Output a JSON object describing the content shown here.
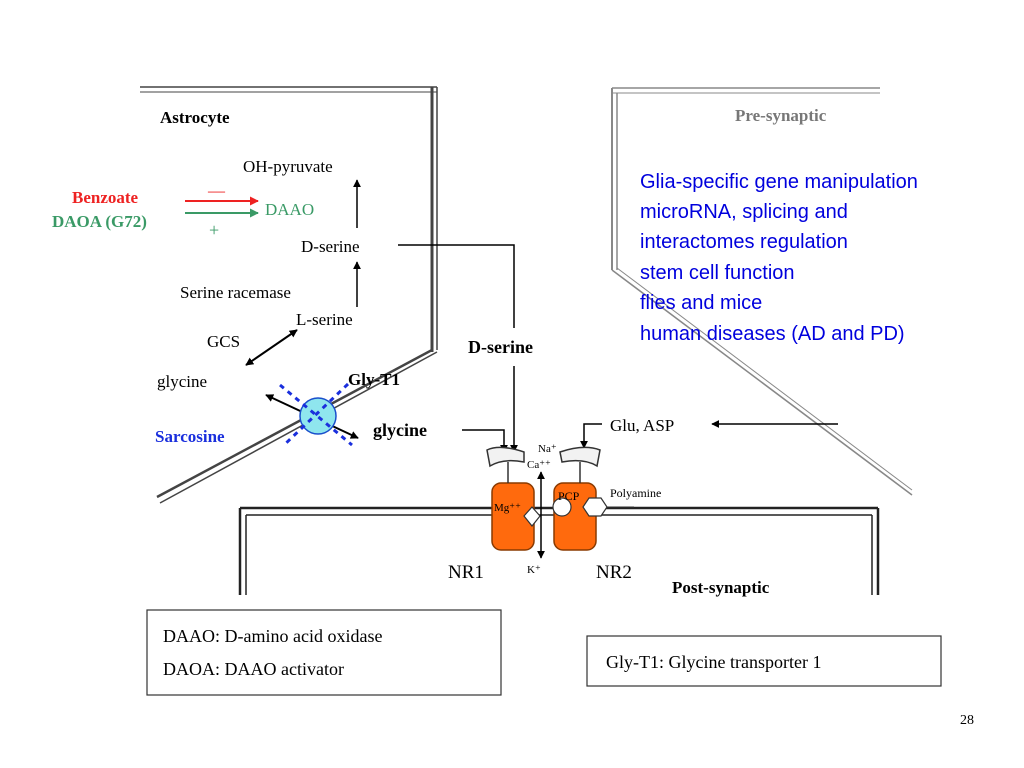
{
  "colors": {
    "inhibit": "#ee2222",
    "activate": "#3a9a66",
    "sarcosine": "#1a2fdd",
    "receptor": "#ff6a0d",
    "receptor_stroke": "#8a3a00",
    "transporter": "#8fe6ee",
    "blue_text": "#0000dd",
    "gray_text": "#777777"
  },
  "astrocyte": {
    "title": "Astrocyte",
    "oh_pyruvate": "OH-pyruvate",
    "daao": "DAAO",
    "d_serine": "D-serine",
    "serine_racemase": "Serine racemase",
    "l_serine": "L-serine",
    "gcs": "GCS",
    "glycine": "glycine"
  },
  "modulators": {
    "benzoate": "Benzoate",
    "minus_sign": "—",
    "daoa": "DAOA (G72)",
    "plus_sign": "+"
  },
  "transporter": {
    "gly_t1": "Gly-T1",
    "sarcosine": "Sarcosine",
    "glycine_out": "glycine"
  },
  "synapse": {
    "d_serine": "D-serine",
    "glu_asp": "Glu, ASP",
    "pre_synaptic": "Pre-synaptic",
    "post_synaptic": "Post-synaptic",
    "na_ion": "Na⁺",
    "ca_ion": "Ca⁺⁺",
    "mg_ion": "Mg⁺⁺",
    "pcp": "PCP",
    "polyamine": "Polyamine",
    "k_ion": "K⁺",
    "nr1": "NR1",
    "nr2": "NR2"
  },
  "research_list": [
    "Glia-specific gene manipulation",
    "microRNA, splicing and",
    "interactomes regulation",
    "stem cell function",
    "flies and mice",
    "human diseases (AD and PD)"
  ],
  "legend_left": {
    "line1": "DAAO: D-amino acid oxidase",
    "line2": "DAOA: DAAO activator"
  },
  "legend_right": {
    "line1": "Gly-T1: Glycine transporter 1"
  },
  "slide_number": "28"
}
